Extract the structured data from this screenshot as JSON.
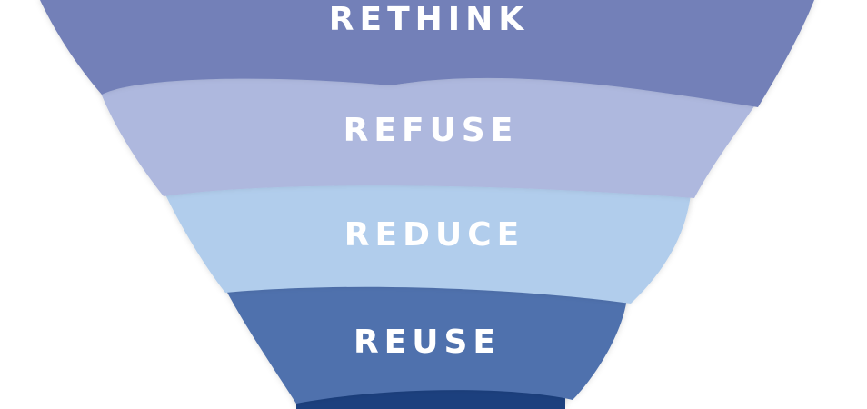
{
  "diagram": {
    "levels": [
      {
        "label": "RETHINK",
        "color": "#7380b8"
      },
      {
        "label": "REFUSE",
        "color": "#aeb8de"
      },
      {
        "label": "REDUCE",
        "color": "#b1cdec"
      },
      {
        "label": "REUSE",
        "color": "#4f71ad"
      },
      {
        "label": "",
        "color": "#1f3f7e"
      }
    ]
  }
}
